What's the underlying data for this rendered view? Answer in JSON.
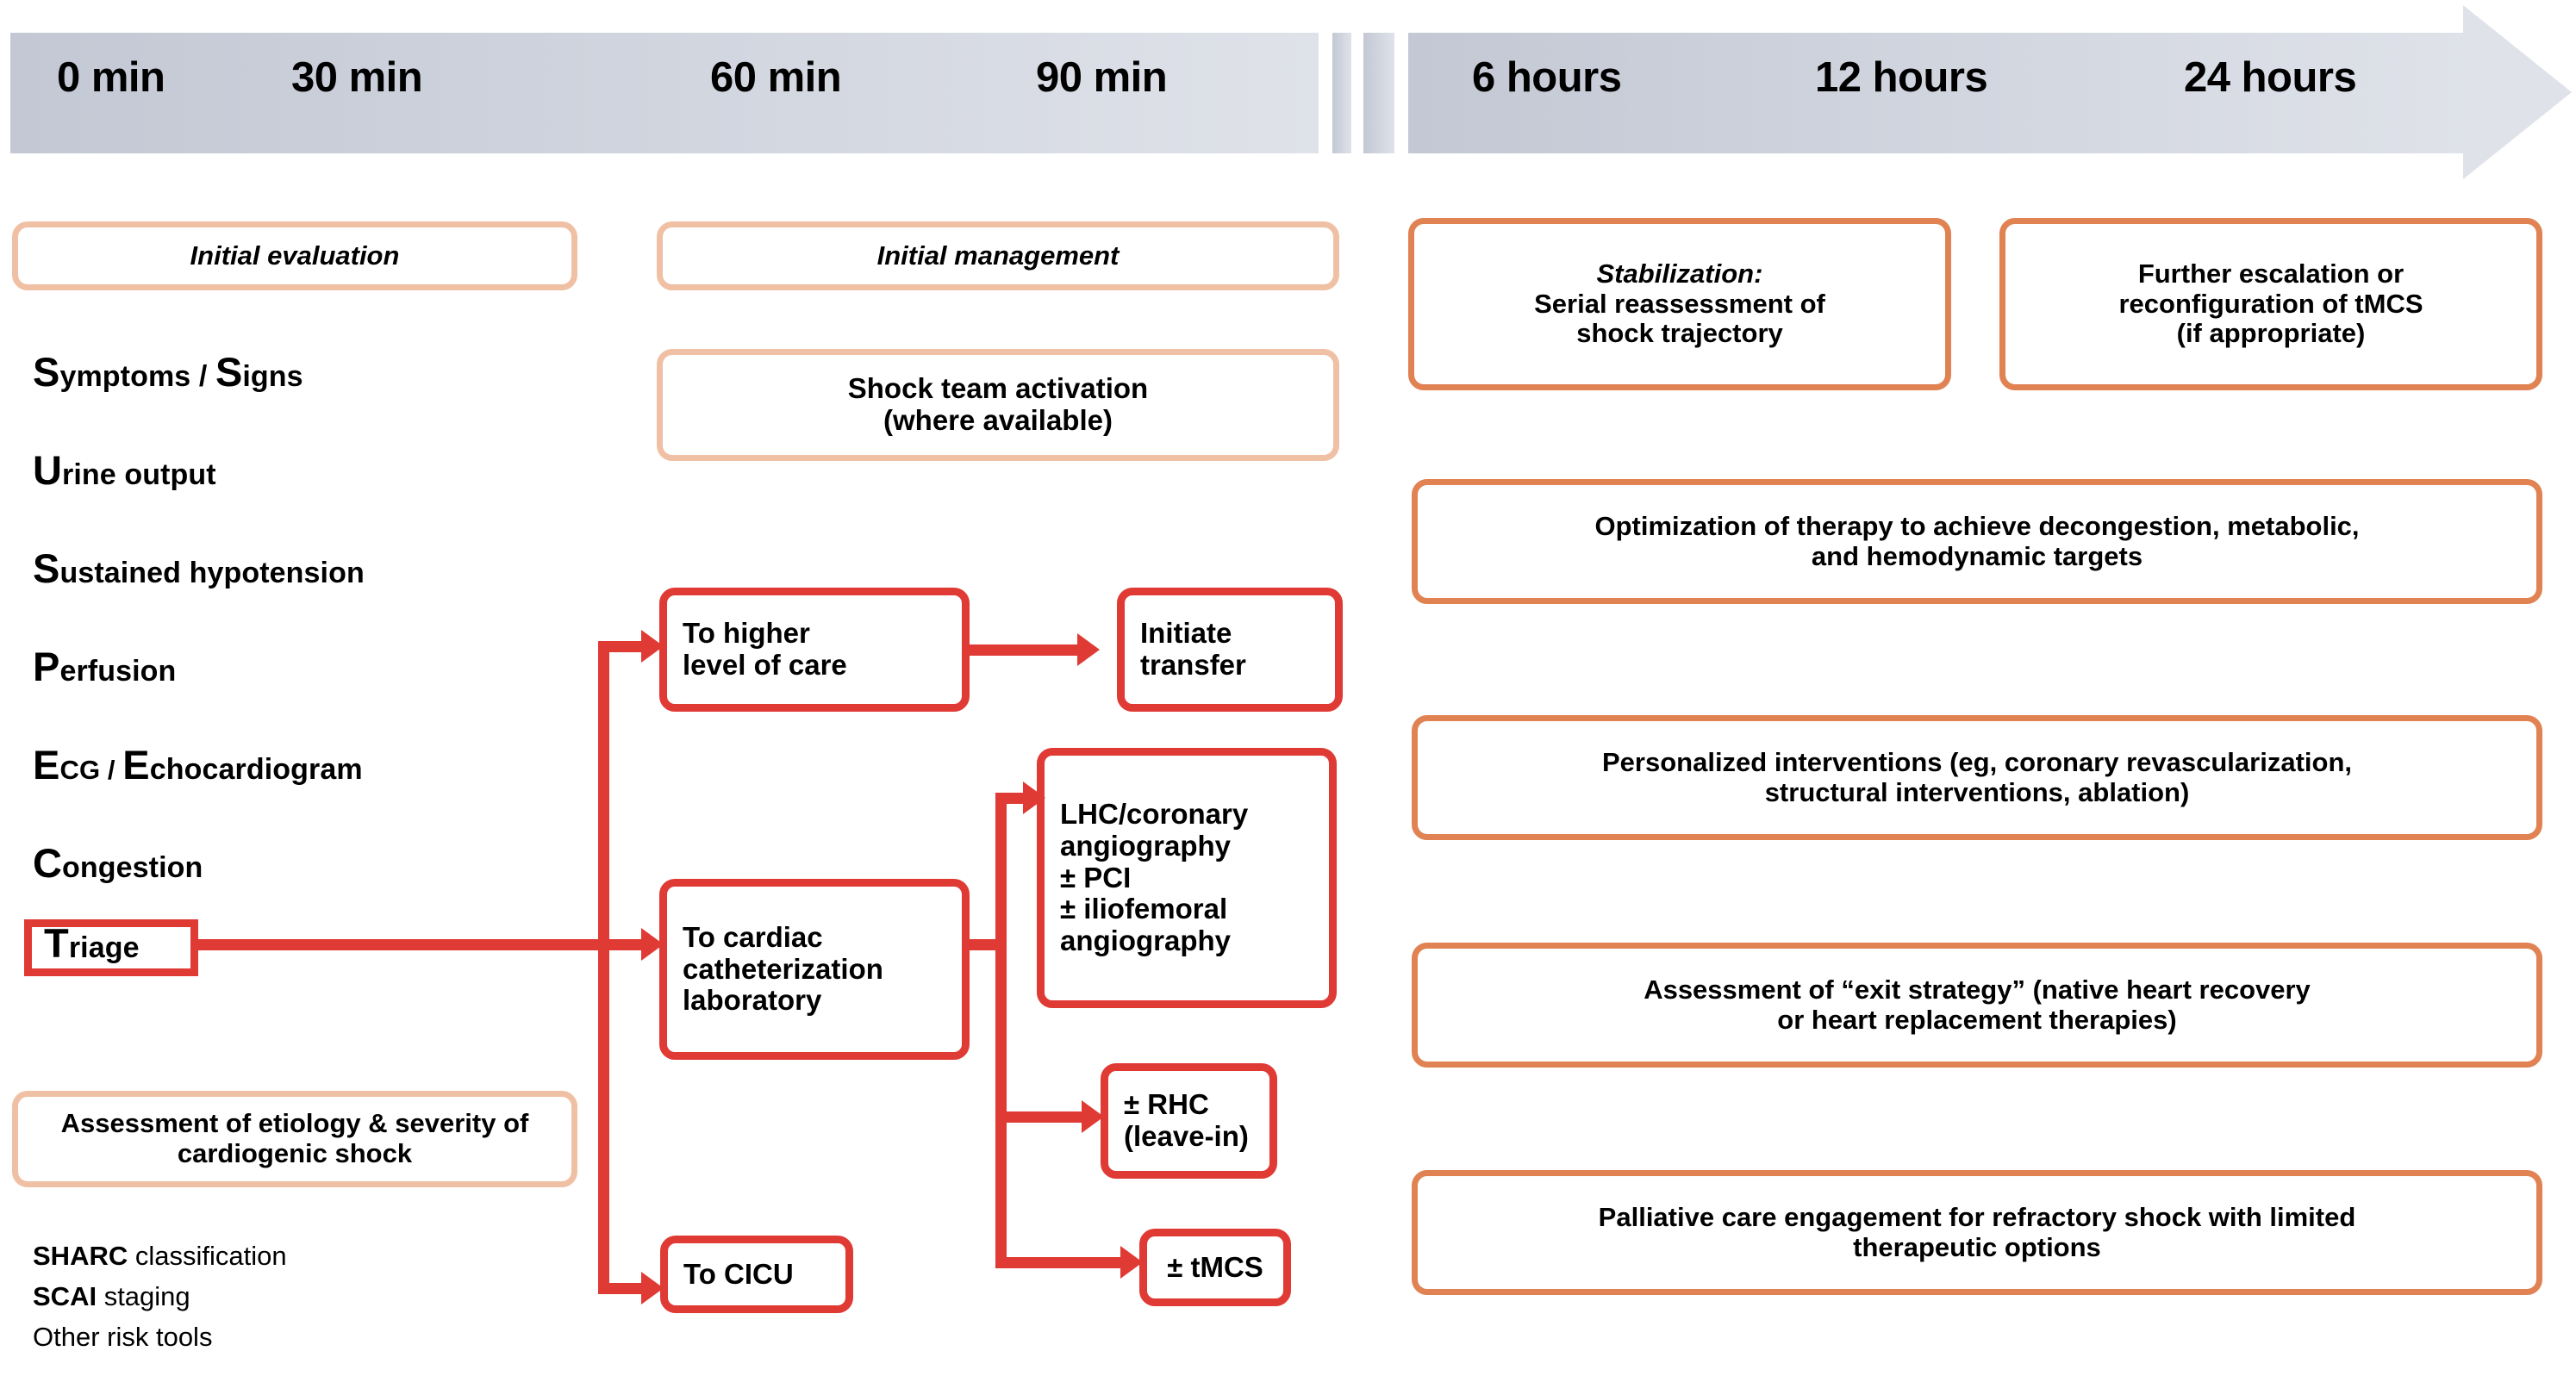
{
  "timeline": {
    "labels_left": [
      "0 min",
      "30 min",
      "60 min",
      "90 min"
    ],
    "labels_right": [
      "6 hours",
      "12 hours",
      "24 hours"
    ],
    "gradient_start": "#c3c8d4",
    "gradient_end": "#dfe2e9"
  },
  "colors": {
    "peach_border": "#f0c0a4",
    "orange_border": "#e08252",
    "red": "#e03a34",
    "text": "#000000"
  },
  "column_left": {
    "header": "Initial evaluation",
    "acronym_items": [
      {
        "cap": "S",
        "rest": "ymptoms / ",
        "cap2": "S",
        "rest2": "igns"
      },
      {
        "cap": "U",
        "rest": "rine output"
      },
      {
        "cap": "S",
        "rest": "ustained hypotension"
      },
      {
        "cap": "P",
        "rest": "erfusion"
      },
      {
        "cap": "E",
        "rest": "CG / ",
        "cap2": "E",
        "rest2": "chocardiogram"
      },
      {
        "cap": "C",
        "rest": "ongestion"
      },
      {
        "cap": "T",
        "rest": "riage"
      }
    ],
    "assessment_box": "Assessment of etiology & severity of cardiogenic shock",
    "risk_tools": [
      {
        "bold": "SHARC",
        "rest": " classification"
      },
      {
        "bold": "SCAI",
        "rest": " staging"
      },
      {
        "bold": "",
        "rest": "Other risk tools"
      }
    ]
  },
  "column_mid": {
    "header": "Initial management",
    "shock_team": "Shock team activation\n(where available)",
    "shock_team_line1": "Shock team activation",
    "shock_team_line2": "(where available)",
    "to_higher_line1": "To higher",
    "to_higher_line2": "level of care",
    "initiate_line1": "Initiate",
    "initiate_line2": "transfer",
    "to_cath_line1": "To cardiac",
    "to_cath_line2": "catheterization",
    "to_cath_line3": "laboratory",
    "lhc_line1": "LHC/coronary",
    "lhc_line2": "angiography",
    "lhc_line3": "± PCI",
    "lhc_line4": "± iliofemoral",
    "lhc_line5": "angiography",
    "rhc_line1": "± RHC",
    "rhc_line2": "(leave-in)",
    "tmcs": "± tMCS",
    "to_cicu": "To CICU"
  },
  "column_right": {
    "stabilization_title": "Stabilization:",
    "stabilization_line1": "Serial reassessment of",
    "stabilization_line2": "shock trajectory",
    "escalation_line1": "Further escalation or",
    "escalation_line2": "reconfiguration of tMCS",
    "escalation_line3": "(if appropriate)",
    "optimization_line1": "Optimization of therapy to achieve decongestion, metabolic,",
    "optimization_line2": "and hemodynamic targets",
    "personalized_line1": "Personalized interventions (eg, coronary revascularization,",
    "personalized_line2": "structural interventions, ablation)",
    "exit_line1": "Assessment of “exit strategy” (native heart recovery",
    "exit_line2": "or heart replacement therapies)",
    "palliative_line1": "Palliative care engagement for refractory shock with limited",
    "palliative_line2": "therapeutic options"
  }
}
